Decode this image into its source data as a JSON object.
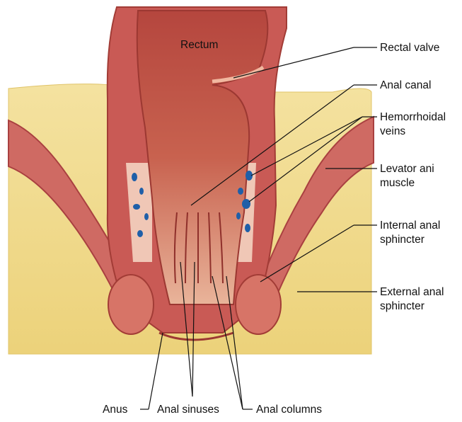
{
  "figure": {
    "labels": {
      "rectum": "Rectum",
      "rectal_valve": "Rectal valve",
      "anal_canal": "Anal canal",
      "hemorrhoidal_veins": "Hemorrhoidal veins",
      "levator_ani": "Levator ani muscle",
      "internal_sphincter": "Internal anal sphincter",
      "external_sphincter": "External anal sphincter",
      "anus": "Anus",
      "anal_sinuses": "Anal sinuses",
      "anal_columns": "Anal columns"
    },
    "colors": {
      "fat_tissue": "#f2dc8a",
      "muscle": "#c95a55",
      "lumen_wall": "#b8443d",
      "mucosa": "#e79a83",
      "vein": "#1f5fa8",
      "leader_line": "#111111"
    }
  }
}
